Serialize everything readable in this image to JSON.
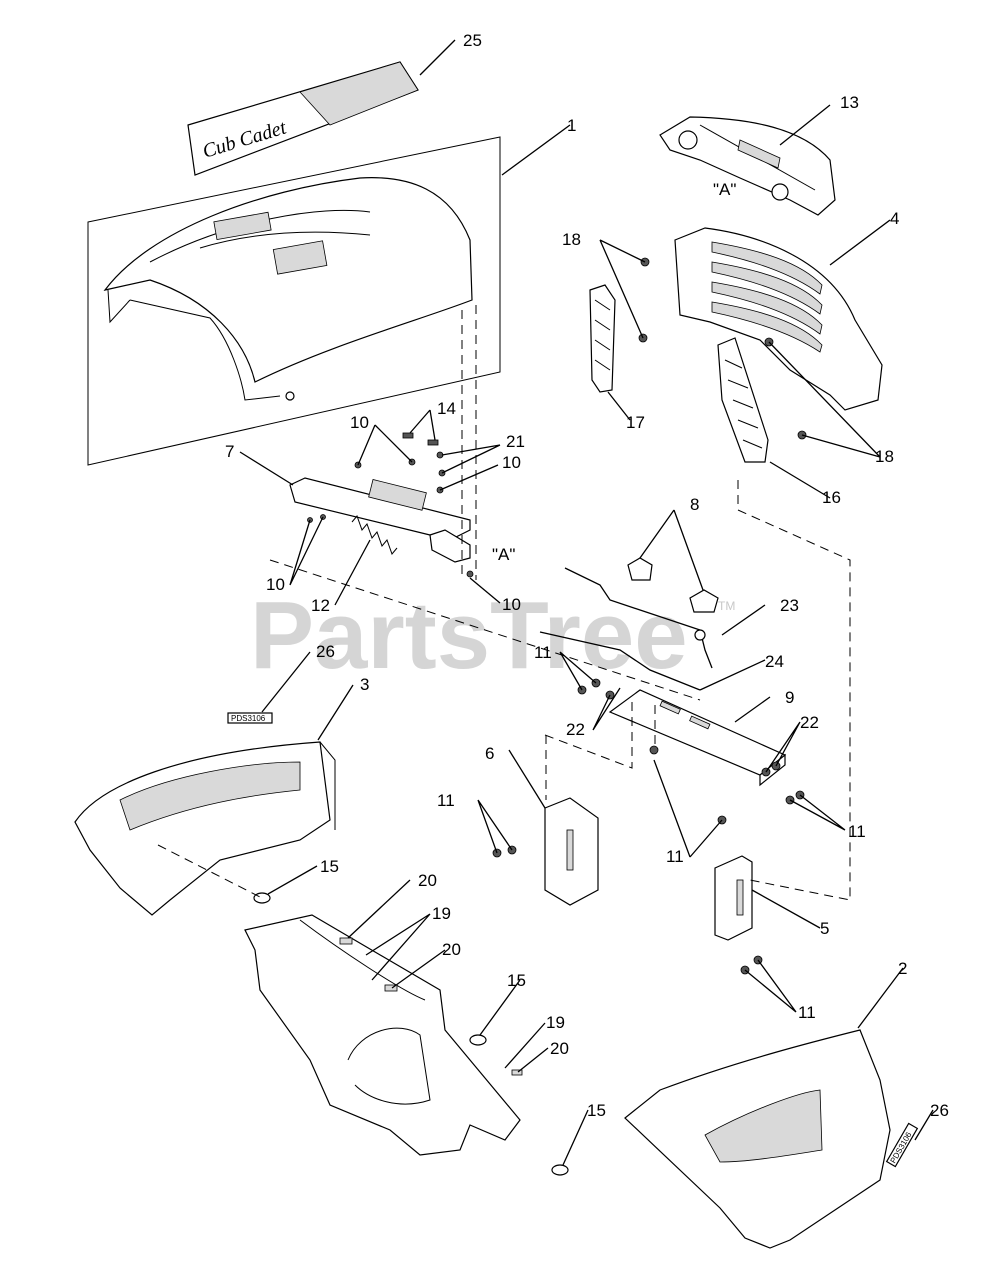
{
  "watermark": {
    "text": "PartsTree",
    "trademark": "TM"
  },
  "decal_25_text": "Cub Cadet",
  "label_26_text": "PDS3106",
  "view_ref_label": "\"A\"",
  "callouts": {
    "c1": "1",
    "c2": "2",
    "c3": "3",
    "c4": "4",
    "c5": "5",
    "c6": "6",
    "c7": "7",
    "c8": "8",
    "c9": "9",
    "c10a": "10",
    "c10b": "10",
    "c10c": "10",
    "c10d": "10",
    "c11a": "11",
    "c11b": "11",
    "c11c": "11",
    "c11d": "11",
    "c11e": "11",
    "c12": "12",
    "c13": "13",
    "c14": "14",
    "c15a": "15",
    "c15b": "15",
    "c15c": "15",
    "c16": "16",
    "c17": "17",
    "c18a": "18",
    "c18b": "18",
    "c19a": "19",
    "c19b": "19",
    "c20a": "20",
    "c20b": "20",
    "c20c": "20",
    "c21": "21",
    "c22a": "22",
    "c22b": "22",
    "c23": "23",
    "c24": "24",
    "c25": "25",
    "c26a": "26",
    "c26b": "26"
  }
}
